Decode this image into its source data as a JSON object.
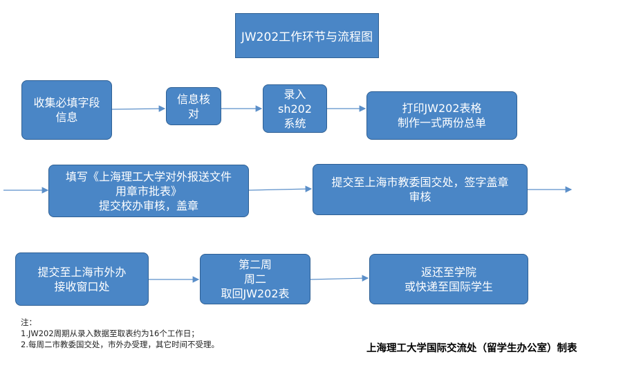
{
  "title": "JW202工作环节与流程图",
  "steps": {
    "collect": "收集必填字段\n信息",
    "verify": "信息核\n对",
    "enter": "录入\nsh202\n系统",
    "print": "打印JW202表格\n制作一式两份总单",
    "fill_form": "填写《上海理工大学对外报送文件\n用章市批表》\n提交校办审核，盖章",
    "submit_edu": "提交至上海市教委国交处，签字盖章\n审核",
    "submit_foreign": "提交至上海市外办\n接收窗口处",
    "retrieve": "第二周\n周二\n取回JW202表",
    "return": "返还至学院\n或快递至国际学生"
  },
  "notes": {
    "heading": "注：",
    "line1": "1.JW202周期从录入数据至取表约为16个工作日；",
    "line2": "2.每周二市教委国交处，市外办受理，其它时间不受理。"
  },
  "credit": "上海理工大学国际交流处（留学生办公室）制表",
  "colors": {
    "box_fill": "#4a86c6",
    "box_border": "#2e5f93",
    "arrow": "#5b8fc9"
  }
}
